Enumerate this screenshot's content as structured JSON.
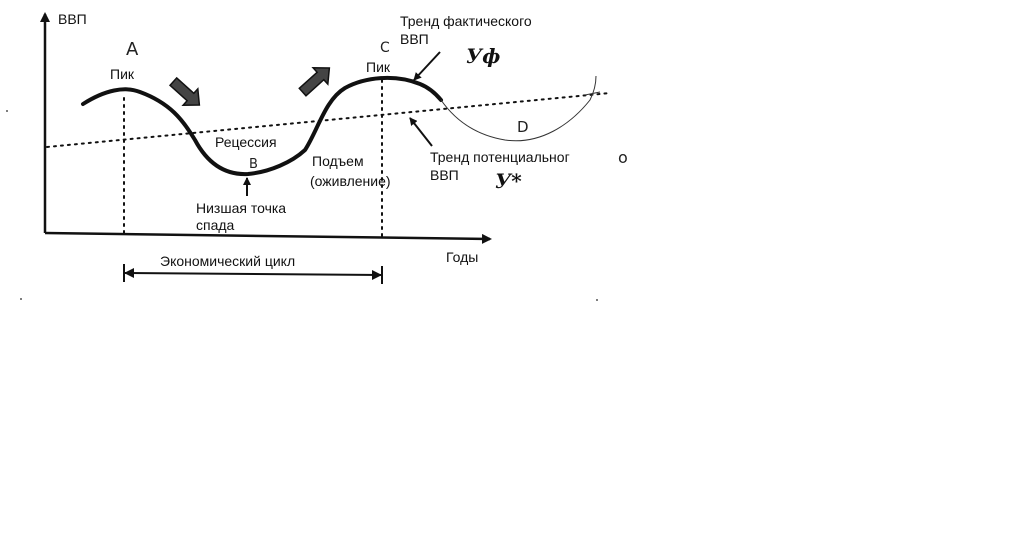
{
  "axes": {
    "y_label": "ВВП",
    "x_label": "Годы"
  },
  "labels": {
    "peak_left": "Пик",
    "peak_right": "Пик",
    "recession": "Рецессия",
    "trough_line1": "Низшая точка",
    "trough_line2": "спада",
    "recovery_line1": "Подъем",
    "recovery_line2": "(оживление)",
    "actual_trend_line1": "Тренд фактического",
    "actual_trend_line2": "ВВП",
    "potential_trend_line1": "Тренд потенциальног",
    "potential_trend_line2": "ВВП",
    "cycle": "Экономический цикл"
  },
  "handwritten": {
    "point_a": "A",
    "point_b": "B",
    "point_c": "C",
    "point_d": "D",
    "tail_o": "о",
    "y_actual": "Уф",
    "y_potential": "У*"
  },
  "colors": {
    "ink": "#111111",
    "arrow_fill": "#444444",
    "background": "#ffffff"
  }
}
